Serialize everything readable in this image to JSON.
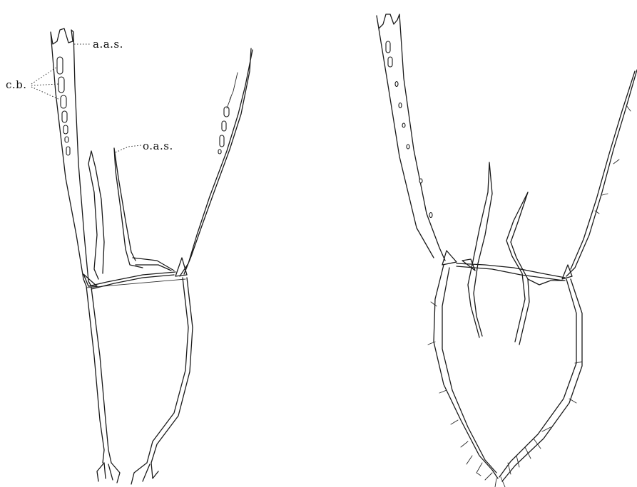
{
  "labels": {
    "aas": "a.a.s.",
    "cb": "c.b.",
    "oas": "o.a.s."
  },
  "colors": {
    "ink": "#1a1a1a",
    "paper": "#ffffff"
  }
}
